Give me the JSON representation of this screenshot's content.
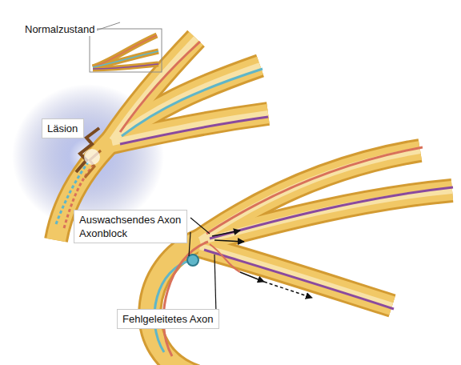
{
  "diagram": {
    "nodes": [
      {
        "text": [
          "Läsion"
        ]
      },
      {
        "text": [
          "Auswachsendes Axon",
          "Axonblock"
        ]
      },
      {
        "text": [
          "Fehlgeleitetes Axon"
        ]
      }
    ],
    "labels": [
      "Normalzustand"
    ]
  }
}
